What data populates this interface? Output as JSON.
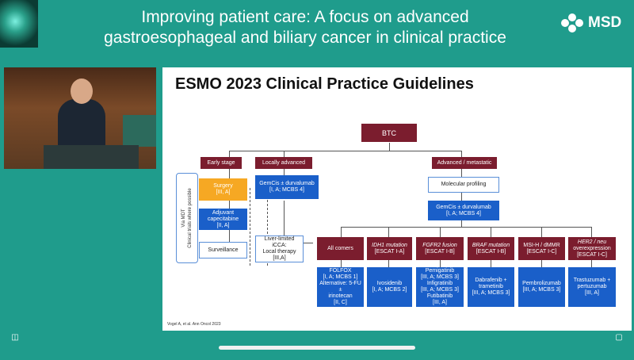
{
  "header": {
    "title_line1": "Improving patient care: A focus on advanced",
    "title_line2": "gastroesophageal and biliary cancer in clinical practice",
    "brand": "MSD"
  },
  "slide": {
    "title": "ESMO 2023 Clinical Practice Guidelines",
    "footnote": "Vogel A, et al. Ann Oncol 2023",
    "root": "BTC",
    "early_stage": "Early stage",
    "locally_advanced": "Locally advanced",
    "advanced": "Advanced / metastatic",
    "surgery": "Surgery",
    "surgery_ev": "[III, A]",
    "adjuvant_1": "Adjuvant",
    "adjuvant_2": "capecitabine",
    "adjuvant_ev": "[II, A]",
    "surveillance": "Surveillance",
    "gemcis_la": "GemCis ± durvalumab",
    "gemcis_la_ev": "[I, A; MCBS 4]",
    "liver_1": "Liver-limited iCCA:",
    "liver_2": "Local therapy",
    "liver_ev": "[III,A]",
    "molecular": "Molecular profiling",
    "gemcis_adv": "GemCis ± durvalumab",
    "gemcis_adv_ev": "[I, A; MCBS 4]",
    "mdt_1": "Via MDT",
    "mdt_2": "Clinical trials where possible",
    "cat_all": "All comers",
    "cat_idh1_a": "IDH1 mutation",
    "cat_idh1_b": "[ESCAT I-A]",
    "cat_fgfr2_a": "FGFR2 fusion",
    "cat_fgfr2_b": "[ESCAT I-B]",
    "cat_braf_a": "BRAF mutation",
    "cat_braf_b": "[ESCAT I-B]",
    "cat_msi_a": "MSI-H / dMMR",
    "cat_msi_b": "[ESCAT I-C]",
    "cat_her2_a": "HER2 / neu",
    "cat_her2_b": "overexpression",
    "cat_her2_c": "[ESCAT I-C]",
    "tx_all_1": "FOLFOX",
    "tx_all_2": "[I, A; MCBS 1]",
    "tx_all_3": "Alternative: 5-FU ±",
    "tx_all_4": "irinotecan",
    "tx_all_5": "[II, C]",
    "tx_idh1_1": "Ivosidenib",
    "tx_idh1_2": "[I, A; MCBS 2]",
    "tx_fgfr2_1": "Pemigatinib",
    "tx_fgfr2_2": "[III, A; MCBS 3]",
    "tx_fgfr2_3": "Infigratinib",
    "tx_fgfr2_4": "[III, A; MCBS 3]",
    "tx_fgfr2_5": "Futibatinib",
    "tx_fgfr2_6": "[III, A]",
    "tx_braf_1": "Dabrafenib +",
    "tx_braf_2": "trametinib",
    "tx_braf_3": "[III, A; MCBS 3]",
    "tx_msi_1": "Pembrolizumab",
    "tx_msi_2": "[III, A; MCBS 3]",
    "tx_her2_1": "Trastuzumab +",
    "tx_her2_2": "pertuzumab",
    "tx_her2_3": "[III, A]"
  }
}
